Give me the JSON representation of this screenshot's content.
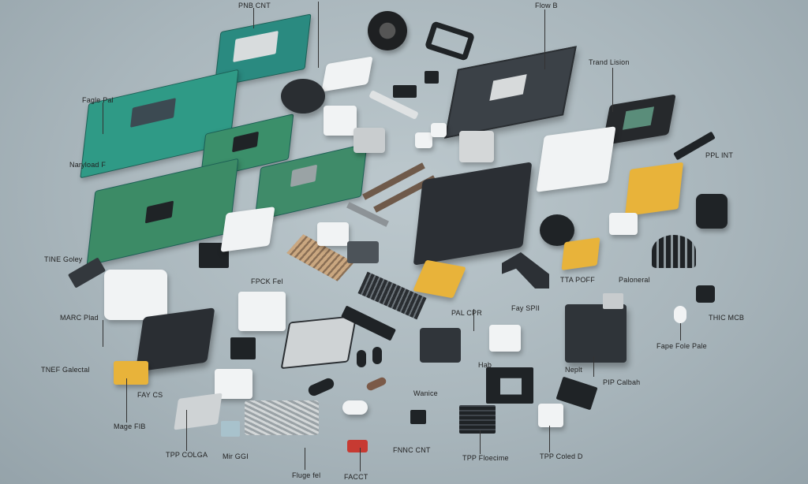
{
  "labels": [
    {
      "id": "label-1",
      "text": "PNB CNT"
    },
    {
      "id": "label-2",
      "text": "Flow B"
    },
    {
      "id": "label-3",
      "text": "Trand Lision"
    },
    {
      "id": "label-4",
      "text": "Fagle Pal"
    },
    {
      "id": "label-5",
      "text": "Naryload F"
    },
    {
      "id": "label-6",
      "text": "PPL INT"
    },
    {
      "id": "label-7",
      "text": "TINE Goley"
    },
    {
      "id": "label-8",
      "text": "FPCK Fel"
    },
    {
      "id": "label-9",
      "text": "TTA POFF"
    },
    {
      "id": "label-10",
      "text": "Paloneral"
    },
    {
      "id": "label-11",
      "text": "MARC Plad"
    },
    {
      "id": "label-12",
      "text": "Fay SPII"
    },
    {
      "id": "label-13",
      "text": "PAL CPR"
    },
    {
      "id": "label-14",
      "text": "THIC MCB"
    },
    {
      "id": "label-15",
      "text": "Fape Fole Pale"
    },
    {
      "id": "label-16",
      "text": "TNEF Galectal"
    },
    {
      "id": "label-17",
      "text": "Hab"
    },
    {
      "id": "label-18",
      "text": "Neplt"
    },
    {
      "id": "label-19",
      "text": "PIP Calbah"
    },
    {
      "id": "label-20",
      "text": "FAY CS"
    },
    {
      "id": "label-21",
      "text": "Wanice"
    },
    {
      "id": "label-22",
      "text": "Mage FIB"
    },
    {
      "id": "label-23",
      "text": "TPP COLGA"
    },
    {
      "id": "label-24",
      "text": "Mir GGI"
    },
    {
      "id": "label-25",
      "text": "FNNC CNT"
    },
    {
      "id": "label-26",
      "text": "TPP Floecime"
    },
    {
      "id": "label-27",
      "text": "TPP Coled D"
    },
    {
      "id": "label-28",
      "text": "Fluge fel"
    },
    {
      "id": "label-29",
      "text": "FACCT"
    }
  ]
}
